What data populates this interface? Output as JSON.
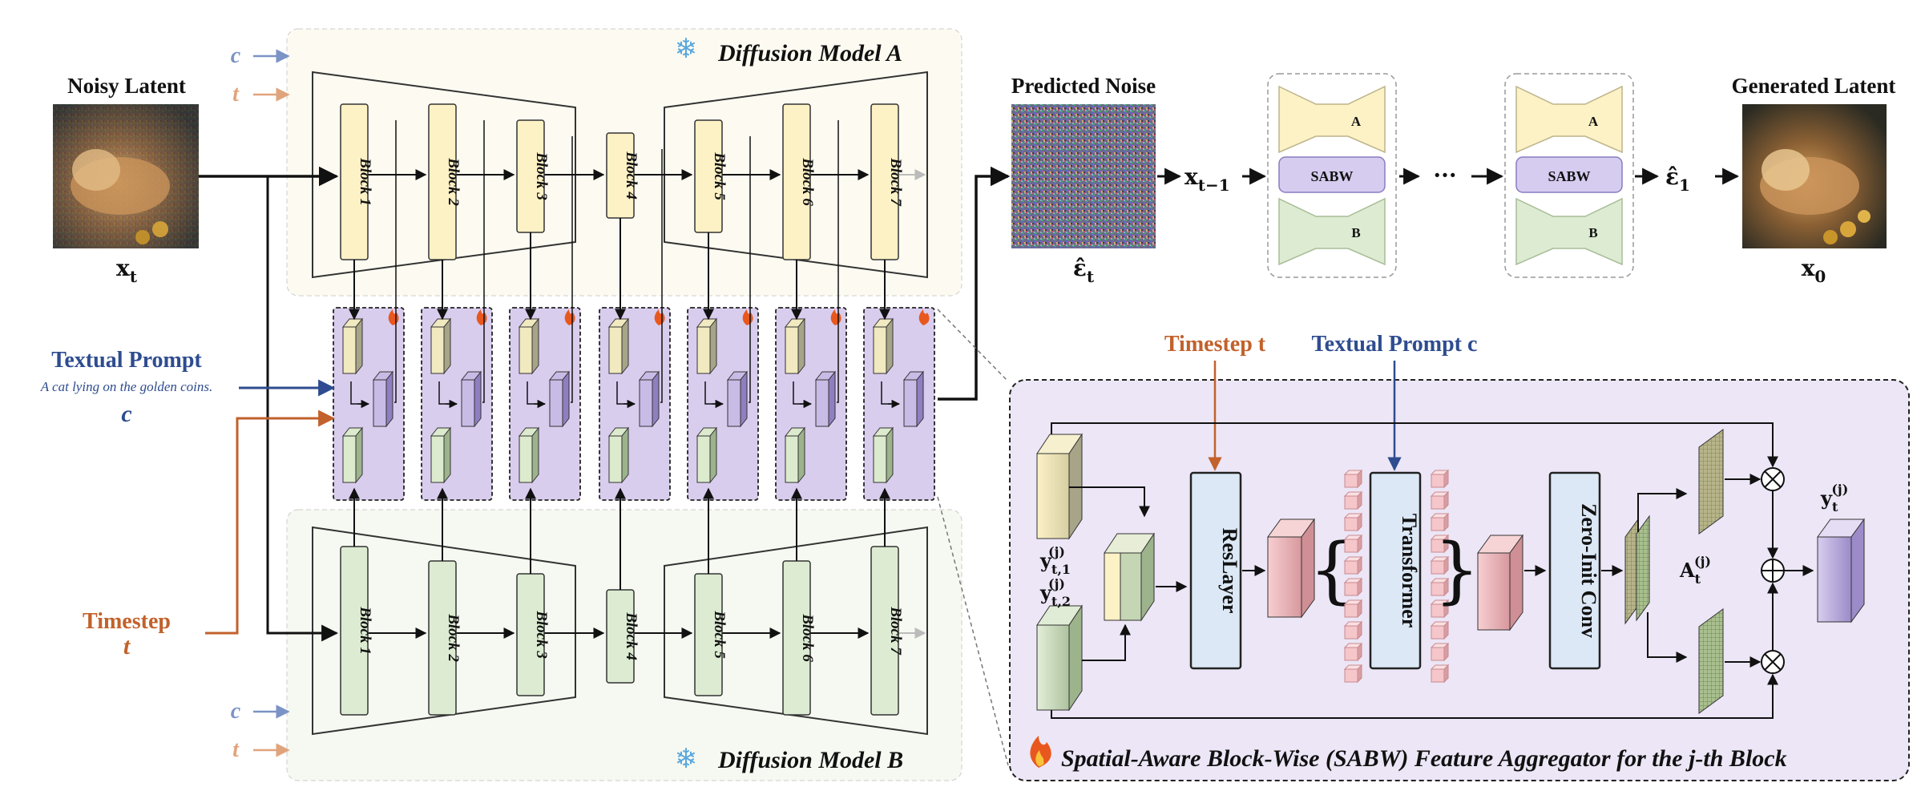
{
  "model_a": {
    "title": "Diffusion Model A",
    "cond_c": "c",
    "cond_t": "t"
  },
  "model_b": {
    "title": "Diffusion Model B",
    "cond_c": "c",
    "cond_t": "t"
  },
  "blocks": [
    "Block 1",
    "Block 2",
    "Block 3",
    "Block 4",
    "Block 5",
    "Block 6",
    "Block 7"
  ],
  "input": {
    "title": "Noisy Latent",
    "symbol": "x",
    "sub": "t"
  },
  "prompt": {
    "title": "Textual Prompt",
    "text": "A cat lying on the golden coins.",
    "symbol": "c"
  },
  "timestep": {
    "title": "Timestep",
    "symbol": "t"
  },
  "predicted": {
    "title": "Predicted Noise",
    "symbol": "ε̂",
    "sub": "t"
  },
  "chain": {
    "xprev": "x",
    "xprev_sub": "t−1",
    "dots": "···",
    "eps1": "ε̂",
    "eps1_sub": "1",
    "a_label": "A",
    "b_label": "B",
    "sabw_label": "SABW"
  },
  "output": {
    "title": "Generated Latent",
    "symbol": "x",
    "sub": "0"
  },
  "detail": {
    "timestep_label": "Timestep t",
    "prompt_label": "Textual Prompt c",
    "reslayer": "ResLayer",
    "transformer": "Transformer",
    "zeroconv": "Zero-Init Conv",
    "y1": "y",
    "y1_sub": "t,1",
    "y1_sup": "(j)",
    "y2": "y",
    "y2_sub": "t,2",
    "y2_sup": "(j)",
    "a": "A",
    "a_sub": "t",
    "a_sup": "(j)",
    "yout": "y",
    "yout_sub": "t",
    "yout_sup": "(j)",
    "caption": "Spatial-Aware Block-Wise (SABW) Feature Aggregator for the j-th Block"
  },
  "colors": {
    "yellow": "#fdf1c6",
    "green": "#dcebd2",
    "purple": "#e4dcf1",
    "prompt_blue": "#2e4c8f",
    "timestep_orange": "#c2612b",
    "cond_blue": "#7b93c6",
    "cond_orange": "#e0a47c"
  }
}
